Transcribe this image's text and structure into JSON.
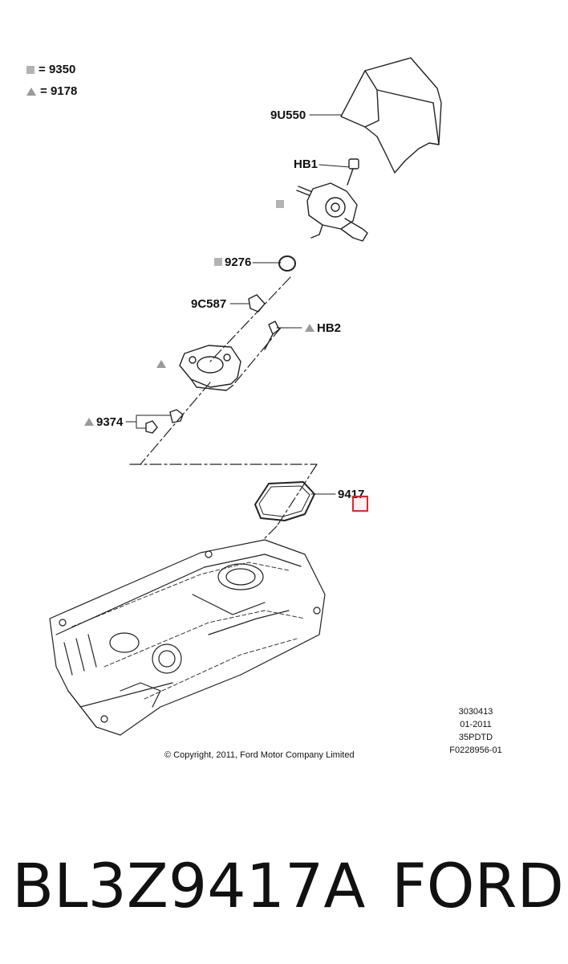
{
  "legend": [
    {
      "symbol": "square-icon",
      "eq": "=",
      "number": "9350"
    },
    {
      "symbol": "triangle-icon",
      "eq": "=",
      "number": "9178"
    }
  ],
  "callouts": {
    "cover": "9U550",
    "bolt_top": "HB1",
    "oring": "9276",
    "bracket": "9C587",
    "bolt_side": "HB2",
    "nut": "9374",
    "gasket": "9417"
  },
  "codes": [
    "3030413",
    "01-2011",
    "35PDTD",
    "F0228956-01"
  ],
  "copyright": "© Copyright, 2011, Ford Motor Company Limited",
  "part_number": "BL3Z9417A",
  "brand": "FORD",
  "colors": {
    "marker_square": "#b3b3b3",
    "marker_triangle": "#999999",
    "highlight": "#e0262b"
  }
}
